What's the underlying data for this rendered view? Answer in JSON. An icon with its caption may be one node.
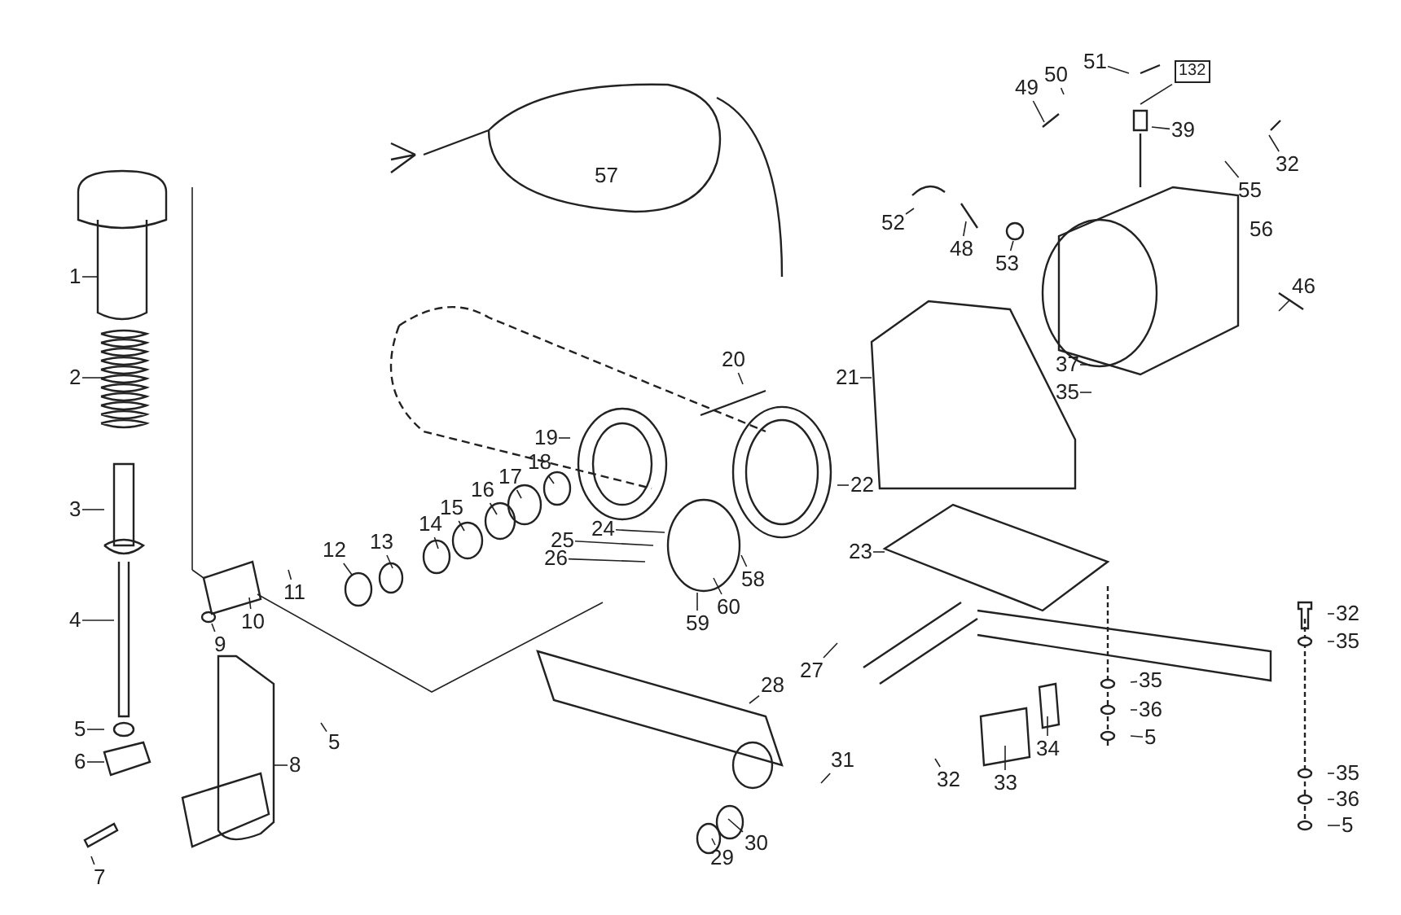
{
  "diagram": {
    "nodes": [
      {
        "text": [
          "1"
        ]
      },
      {
        "text": [
          "2"
        ]
      },
      {
        "text": [
          "3"
        ]
      },
      {
        "text": [
          "4"
        ]
      },
      {
        "text": [
          "5"
        ]
      },
      {
        "text": [
          "6"
        ]
      },
      {
        "text": [
          "7"
        ]
      },
      {
        "text": [
          "8"
        ]
      },
      {
        "text": [
          "5"
        ]
      },
      {
        "text": [
          "9"
        ]
      },
      {
        "text": [
          "10"
        ]
      },
      {
        "text": [
          "11"
        ]
      },
      {
        "text": [
          "12"
        ]
      },
      {
        "text": [
          "13"
        ]
      },
      {
        "text": [
          "14"
        ]
      },
      {
        "text": [
          "15"
        ]
      },
      {
        "text": [
          "16"
        ]
      },
      {
        "text": [
          "17"
        ]
      },
      {
        "text": [
          "18"
        ]
      },
      {
        "text": [
          "19"
        ]
      },
      {
        "text": [
          "20"
        ]
      },
      {
        "text": [
          "21"
        ]
      },
      {
        "text": [
          "22"
        ]
      },
      {
        "text": [
          "23"
        ]
      },
      {
        "text": [
          "24"
        ]
      },
      {
        "text": [
          "25"
        ]
      },
      {
        "text": [
          "26"
        ]
      },
      {
        "text": [
          "27"
        ]
      },
      {
        "text": [
          "28"
        ]
      },
      {
        "text": [
          "29"
        ]
      },
      {
        "text": [
          "30"
        ]
      },
      {
        "text": [
          "31"
        ]
      },
      {
        "text": [
          "32"
        ]
      },
      {
        "text": [
          "33"
        ]
      },
      {
        "text": [
          "34"
        ]
      },
      {
        "text": [
          "35"
        ]
      },
      {
        "text": [
          "36"
        ]
      },
      {
        "text": [
          "5"
        ]
      },
      {
        "text": [
          "32"
        ]
      },
      {
        "text": [
          "35"
        ]
      },
      {
        "text": [
          "35"
        ]
      },
      {
        "text": [
          "36"
        ]
      },
      {
        "text": [
          "5"
        ]
      },
      {
        "text": [
          "37"
        ]
      },
      {
        "text": [
          "35"
        ]
      },
      {
        "text": [
          "39"
        ]
      },
      {
        "text": [
          "46"
        ]
      },
      {
        "text": [
          "48"
        ]
      },
      {
        "text": [
          "49"
        ]
      },
      {
        "text": [
          "50"
        ]
      },
      {
        "text": [
          "51"
        ]
      },
      {
        "text": [
          "52"
        ]
      },
      {
        "text": [
          "53"
        ]
      },
      {
        "text": [
          "55"
        ]
      },
      {
        "text": [
          "58"
        ]
      },
      {
        "text": [
          "59"
        ]
      },
      {
        "text": [
          "60"
        ]
      },
      {
        "text": [
          "32"
        ]
      },
      {
        "text": [
          "132"
        ]
      }
    ],
    "edges": [
      {
        "from": 0,
        "to": null,
        "arrow": "none"
      },
      {
        "from": 1,
        "to": null,
        "arrow": "none"
      },
      {
        "from": 2,
        "to": null,
        "arrow": "none"
      },
      {
        "from": 3,
        "to": null,
        "arrow": "none"
      },
      {
        "from": 4,
        "to": null,
        "arrow": "none"
      },
      {
        "from": 5,
        "to": null,
        "arrow": "none"
      },
      {
        "from": 6,
        "to": null,
        "arrow": "none"
      },
      {
        "from": 7,
        "to": null,
        "arrow": "none"
      },
      {
        "from": 8,
        "to": null,
        "arrow": "none"
      },
      {
        "from": 9,
        "to": null,
        "arrow": "none"
      },
      {
        "from": 10,
        "to": null,
        "arrow": "none"
      },
      {
        "from": 11,
        "to": null,
        "arrow": "none"
      },
      {
        "from": 12,
        "to": null,
        "arrow": "none"
      },
      {
        "from": 13,
        "to": null,
        "arrow": "none"
      },
      {
        "from": 14,
        "to": null,
        "arrow": "none"
      },
      {
        "from": 15,
        "to": null,
        "arrow": "none"
      },
      {
        "from": 16,
        "to": null,
        "arrow": "none"
      },
      {
        "from": 17,
        "to": null,
        "arrow": "none"
      },
      {
        "from": 18,
        "to": null,
        "arrow": "none"
      },
      {
        "from": 19,
        "to": null,
        "arrow": "none"
      },
      {
        "from": 20,
        "to": null,
        "arrow": "none"
      },
      {
        "from": 21,
        "to": null,
        "arrow": "none"
      },
      {
        "from": 22,
        "to": null,
        "arrow": "none"
      },
      {
        "from": 23,
        "to": null,
        "arrow": "none"
      },
      {
        "from": 24,
        "to": null,
        "arrow": "none"
      },
      {
        "from": 25,
        "to": null,
        "arrow": "none"
      },
      {
        "from": 26,
        "to": null,
        "arrow": "none"
      },
      {
        "from": 27,
        "to": null,
        "arrow": "none"
      },
      {
        "from": 28,
        "to": null,
        "arrow": "none"
      },
      {
        "from": 29,
        "to": null,
        "arrow": "none"
      },
      {
        "from": 30,
        "to": null,
        "arrow": "none"
      },
      {
        "from": 31,
        "to": null,
        "arrow": "none"
      },
      {
        "from": 32,
        "to": null,
        "arrow": "none"
      },
      {
        "from": 33,
        "to": null,
        "arrow": "none"
      },
      {
        "from": 34,
        "to": null,
        "arrow": "none"
      },
      {
        "from": 35,
        "to": null,
        "arrow": "none"
      },
      {
        "from": 36,
        "to": null,
        "arrow": "none"
      },
      {
        "from": 37,
        "to": null,
        "arrow": "none"
      },
      {
        "from": 38,
        "to": null,
        "arrow": "none"
      },
      {
        "from": 39,
        "to": null,
        "arrow": "none"
      },
      {
        "from": 40,
        "to": null,
        "arrow": "none"
      },
      {
        "from": 41,
        "to": null,
        "arrow": "none"
      },
      {
        "from": 42,
        "to": null,
        "arrow": "none"
      },
      {
        "from": 43,
        "to": null,
        "arrow": "none"
      },
      {
        "from": 44,
        "to": null,
        "arrow": "none"
      },
      {
        "from": 45,
        "to": null,
        "arrow": "none"
      },
      {
        "from": 46,
        "to": null,
        "arrow": "none"
      },
      {
        "from": 47,
        "to": null,
        "arrow": "none"
      },
      {
        "from": 48,
        "to": null,
        "arrow": "none"
      },
      {
        "from": 49,
        "to": null,
        "arrow": "none"
      },
      {
        "from": 50,
        "to": null,
        "arrow": "none"
      },
      {
        "from": 51,
        "to": null,
        "arrow": "none"
      },
      {
        "from": 52,
        "to": null,
        "arrow": "none"
      },
      {
        "from": 53,
        "to": null,
        "arrow": "none"
      },
      {
        "from": 54,
        "to": null,
        "arrow": "none"
      },
      {
        "from": 55,
        "to": null,
        "arrow": "none"
      },
      {
        "from": 56,
        "to": null,
        "arrow": "none"
      },
      {
        "from": 57,
        "to": null,
        "arrow": "none"
      },
      {
        "from": 58,
        "to": null,
        "arrow": "none"
      }
    ],
    "labels": [
      "57",
      "56"
    ]
  }
}
